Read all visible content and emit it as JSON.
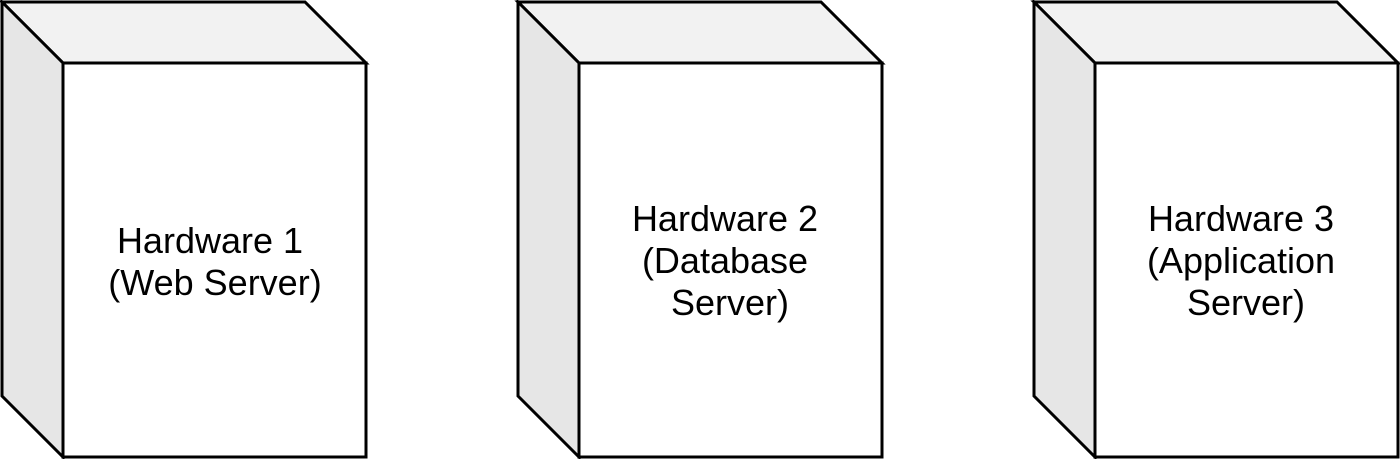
{
  "colors": {
    "front": "#ffffff",
    "top": "#f2f2f2",
    "side": "#e6e6e6",
    "stroke": "#000000"
  },
  "nodes": [
    {
      "lines": [
        "Hardware 1",
        "(Web Server)"
      ]
    },
    {
      "lines": [
        "Hardware 2",
        "(Database",
        "Server)"
      ]
    },
    {
      "lines": [
        "Hardware 3",
        "(Application",
        "Server)"
      ]
    }
  ]
}
